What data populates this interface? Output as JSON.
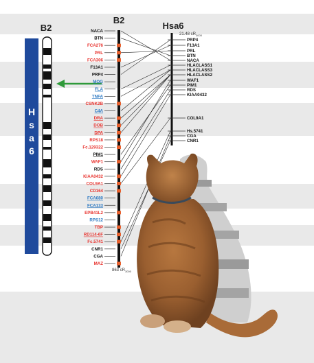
{
  "headers": {
    "left_b2": "B2",
    "center_b2": "B2",
    "hsa6": "Hsa6"
  },
  "left_bar_letters": [
    "H",
    "s",
    "a",
    "6"
  ],
  "scale": {
    "hsa_top": "21.48 cR",
    "hsa_top_sub": "3000",
    "b2_bottom": "863 cR",
    "b2_bottom_sub": "3000"
  },
  "colors": {
    "red": "#e8332e",
    "blue": "#2b78c2",
    "black": "#111111",
    "bar_blue": "#1f4a9c",
    "arrow_green": "#2f9a3a",
    "marker_orange": "#e8612e"
  },
  "b2_markers": [
    {
      "label": "NACA",
      "color": "black",
      "underline": false
    },
    {
      "label": "BTN",
      "color": "black",
      "underline": false
    },
    {
      "label": "FCA276",
      "color": "red",
      "underline": false
    },
    {
      "label": "PRL",
      "color": "red",
      "underline": false
    },
    {
      "label": "FCA306",
      "color": "red",
      "underline": false
    },
    {
      "label": "F13A1",
      "color": "black",
      "underline": false
    },
    {
      "label": "PRP4",
      "color": "black",
      "underline": false
    },
    {
      "label": "MOG",
      "color": "blue",
      "underline": true
    },
    {
      "label": "FLA",
      "color": "blue",
      "underline": true
    },
    {
      "label": "TNFA",
      "color": "blue",
      "underline": true
    },
    {
      "label": "CSNK2B",
      "color": "red",
      "underline": false
    },
    {
      "label": "C4A",
      "color": "blue",
      "underline": true
    },
    {
      "label": "DRA",
      "color": "red",
      "underline": true
    },
    {
      "label": "DOB",
      "color": "red",
      "underline": true
    },
    {
      "label": "DPA",
      "color": "red",
      "underline": true
    },
    {
      "label": "RPS18",
      "color": "red",
      "underline": false
    },
    {
      "label": "Fc.129322",
      "color": "red",
      "underline": false
    },
    {
      "label": "PIM1",
      "color": "black",
      "underline": true
    },
    {
      "label": "WAF1",
      "color": "red",
      "underline": false
    },
    {
      "label": "RDS",
      "color": "black",
      "underline": false
    },
    {
      "label": "KIAA0432",
      "color": "red",
      "underline": false
    },
    {
      "label": "COL9A1",
      "color": "red",
      "underline": false
    },
    {
      "label": "CD164",
      "color": "red",
      "underline": false
    },
    {
      "label": "FCA680",
      "color": "blue",
      "underline": true
    },
    {
      "label": "FCA133",
      "color": "blue",
      "underline": true
    },
    {
      "label": "EPB41L2",
      "color": "red",
      "underline": false
    },
    {
      "label": "RPS12",
      "color": "blue",
      "underline": false
    },
    {
      "label": "TBP",
      "color": "red",
      "underline": false
    },
    {
      "label": "RD114-6F",
      "color": "red",
      "underline": true
    },
    {
      "label": "Fc.5741",
      "color": "red",
      "underline": false
    },
    {
      "label": "CNR1",
      "color": "black",
      "underline": false
    },
    {
      "label": "CGA",
      "color": "black",
      "underline": false
    },
    {
      "label": "MAZ",
      "color": "red",
      "underline": false
    }
  ],
  "hsa_markers": [
    "PRP4",
    "F13A1",
    "PRL",
    "BTN",
    "NACA",
    "HLACLASS1",
    "HLACLASS3",
    "HLACLASS2",
    "WAF1",
    "PIM1",
    "RDS",
    "KIAA0432",
    "COL9A1",
    "Hs.5741",
    "CGA",
    "CNR1"
  ]
}
